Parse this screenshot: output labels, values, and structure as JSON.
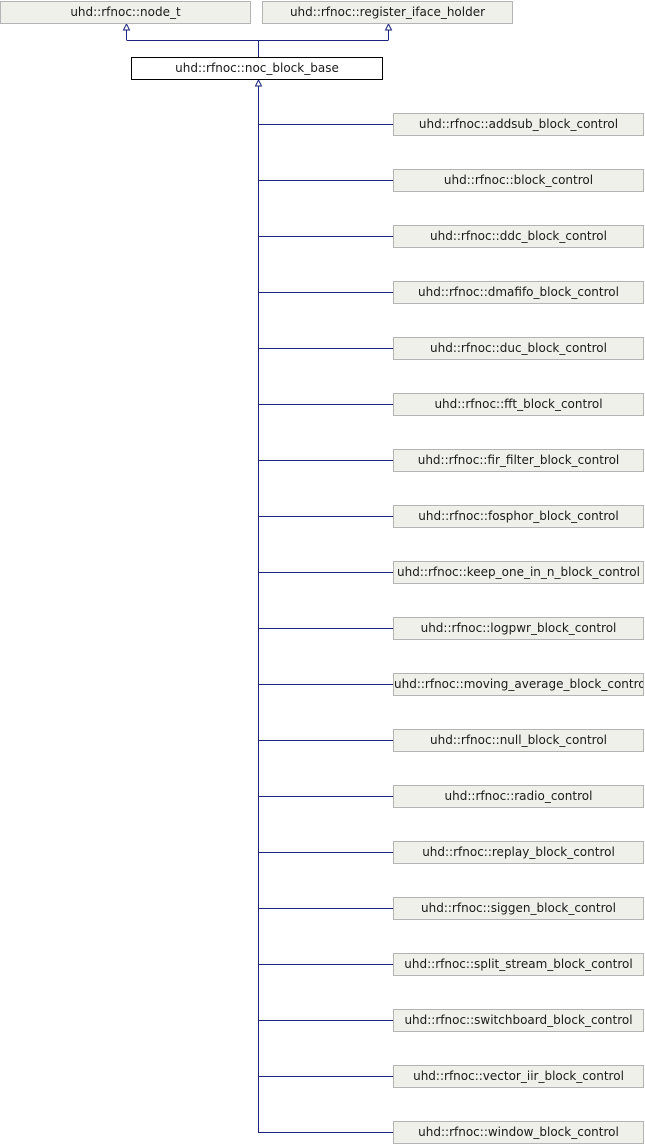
{
  "diagram": {
    "bases": [
      {
        "id": "node_t",
        "label": "uhd::rfnoc::node_t"
      },
      {
        "id": "register_iface_holder",
        "label": "uhd::rfnoc::register_iface_holder"
      }
    ],
    "current": {
      "id": "noc_block_base",
      "label": "uhd::rfnoc::noc_block_base"
    },
    "derived": [
      {
        "label": "uhd::rfnoc::addsub_block_control"
      },
      {
        "label": "uhd::rfnoc::block_control"
      },
      {
        "label": "uhd::rfnoc::ddc_block_control"
      },
      {
        "label": "uhd::rfnoc::dmafifo_block_control"
      },
      {
        "label": "uhd::rfnoc::duc_block_control"
      },
      {
        "label": "uhd::rfnoc::fft_block_control"
      },
      {
        "label": "uhd::rfnoc::fir_filter_block_control"
      },
      {
        "label": "uhd::rfnoc::fosphor_block_control"
      },
      {
        "label": "uhd::rfnoc::keep_one_in_n_block_control"
      },
      {
        "label": "uhd::rfnoc::logpwr_block_control"
      },
      {
        "label": "uhd::rfnoc::moving_average_block_control"
      },
      {
        "label": "uhd::rfnoc::null_block_control"
      },
      {
        "label": "uhd::rfnoc::radio_control"
      },
      {
        "label": "uhd::rfnoc::replay_block_control"
      },
      {
        "label": "uhd::rfnoc::siggen_block_control"
      },
      {
        "label": "uhd::rfnoc::split_stream_block_control"
      },
      {
        "label": "uhd::rfnoc::switchboard_block_control"
      },
      {
        "label": "uhd::rfnoc::vector_iir_block_control"
      },
      {
        "label": "uhd::rfnoc::window_block_control"
      }
    ],
    "edge_color": "#1a237e"
  }
}
